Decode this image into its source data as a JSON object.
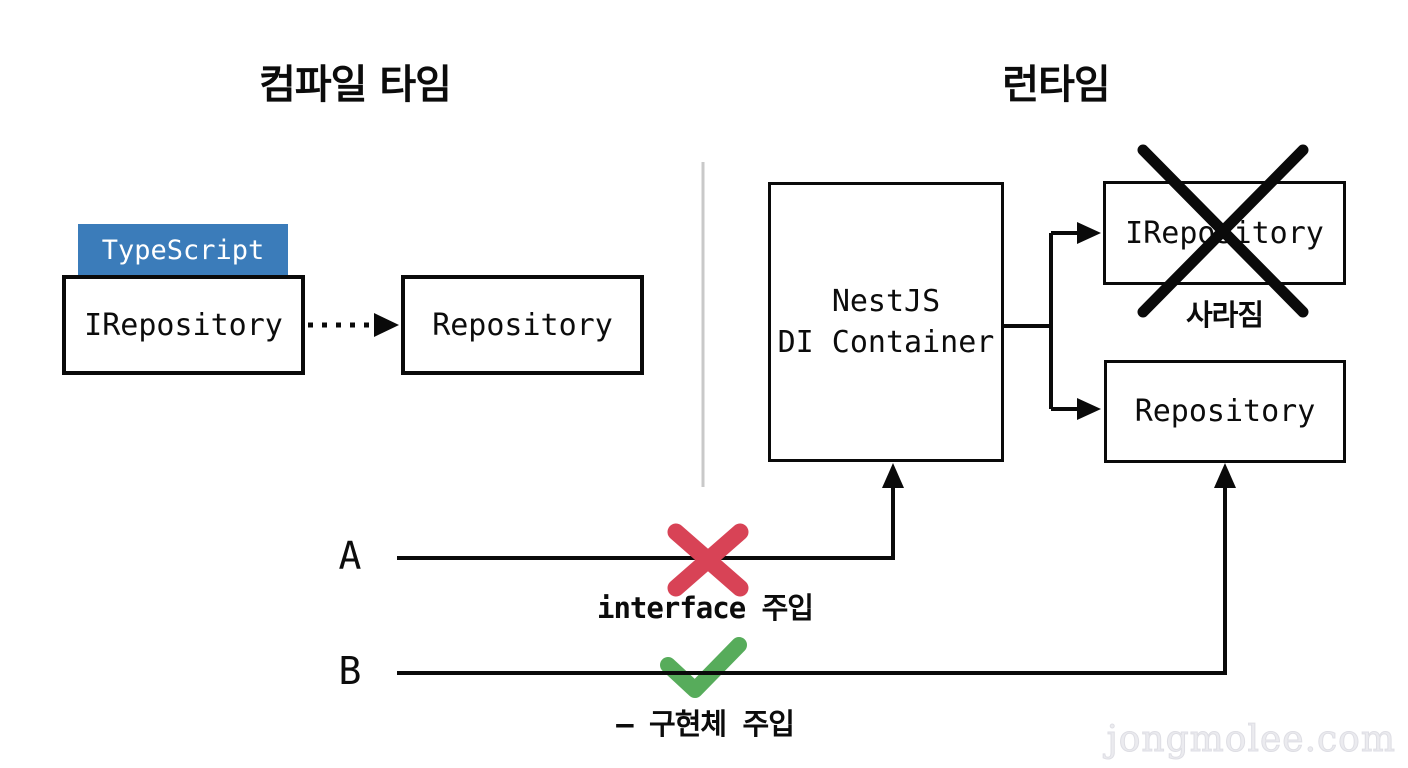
{
  "titles": {
    "left": "컴파일 타임",
    "right": "런타임"
  },
  "compile_time": {
    "typescript_label": "TypeScript",
    "irepository": "IRepository",
    "repository": "Repository"
  },
  "runtime": {
    "container_line1": "NestJS",
    "container_line2": "DI Container",
    "irepository": "IRepository",
    "irepository_note": "사라짐",
    "repository": "Repository"
  },
  "flows": {
    "a_label": "A",
    "a_caption": "interface 주입",
    "b_label": "B",
    "b_caption": "– 구현체 주입"
  },
  "colors": {
    "typescript_bg": "#3b7cba",
    "fail_red": "#d84356",
    "success_green": "#57ac5b",
    "divider_gray": "#c9c9c9"
  },
  "watermark": "jongmolee.com"
}
